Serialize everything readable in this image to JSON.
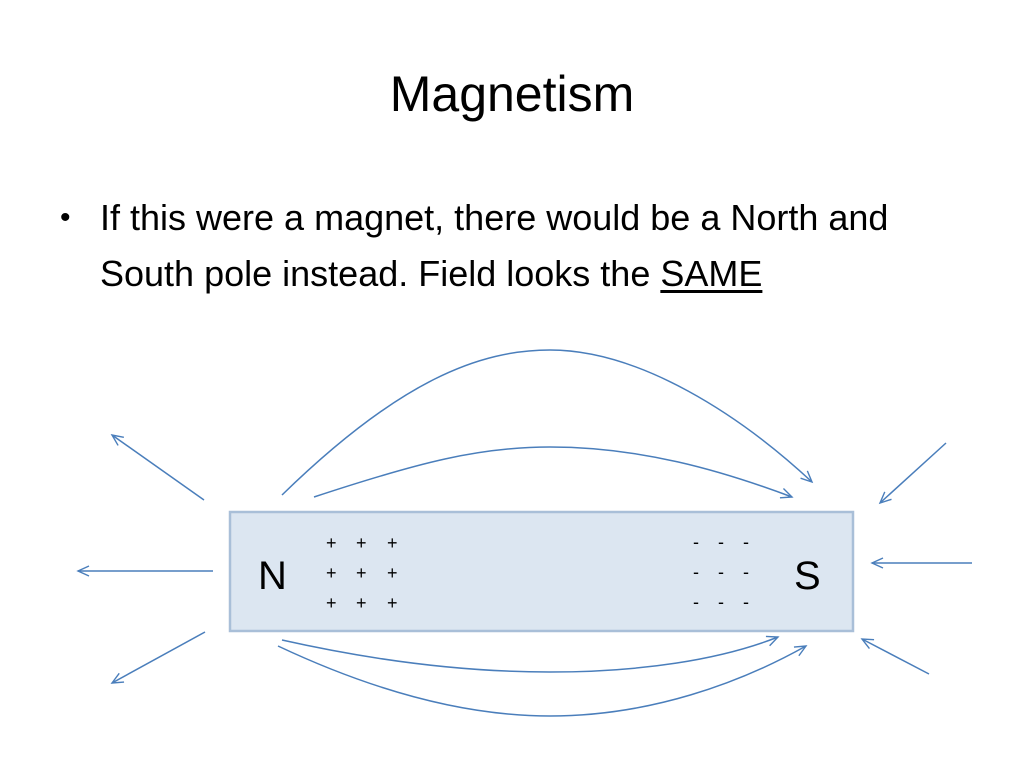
{
  "slide": {
    "title": "Magnetism",
    "bullet_marker": "•",
    "bullet_text_before": "If this were a magnet, there would be a North and South pole instead.  Field looks the ",
    "bullet_text_emphasis": "SAME"
  },
  "diagram": {
    "magnet_fill": "#dce6f1",
    "magnet_border": "#a9bfd8",
    "field_line_color": "#4a7ebb",
    "north_label": "N",
    "south_label": "S",
    "positive_sign": "+",
    "negative_sign": "-"
  }
}
